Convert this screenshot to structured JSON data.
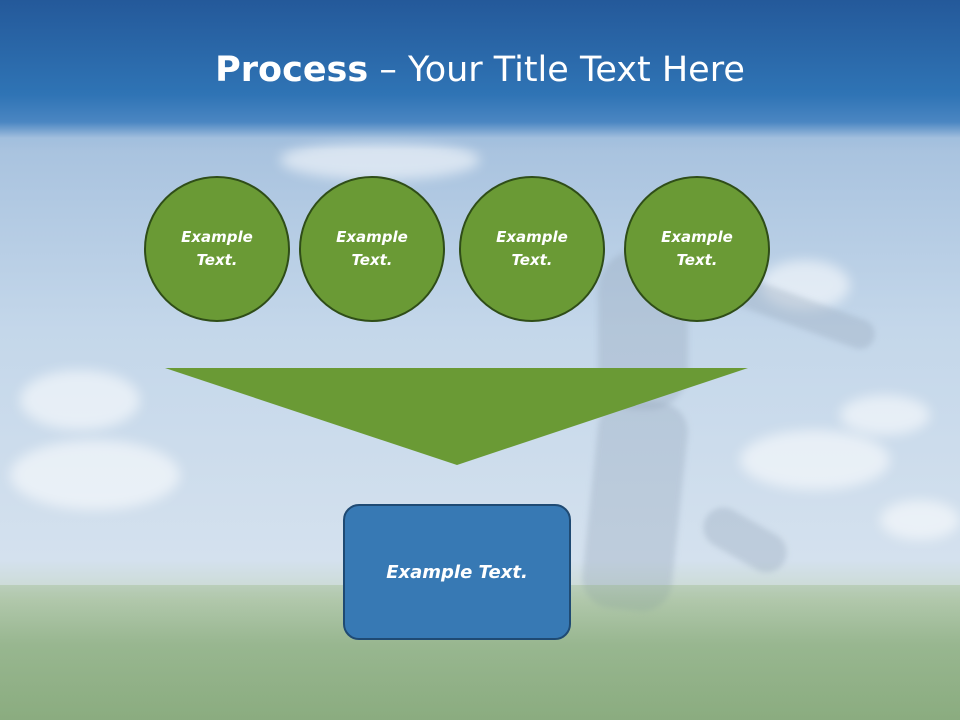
{
  "title": {
    "bold": "Process",
    "rest": " – Your Title Text Here"
  },
  "circles": [
    {
      "label": "Example\nText."
    },
    {
      "label": "Example\nText."
    },
    {
      "label": "Example\nText."
    },
    {
      "label": "Example\nText."
    }
  ],
  "result": {
    "label": "Example Text."
  },
  "colors": {
    "title_bar": "#2f74b5",
    "circle_fill": "#6a9a35",
    "circle_border": "#2f4d18",
    "arrow_fill": "#6a9a35",
    "box_fill": "#3779b4",
    "box_border": "#1f4a73"
  }
}
